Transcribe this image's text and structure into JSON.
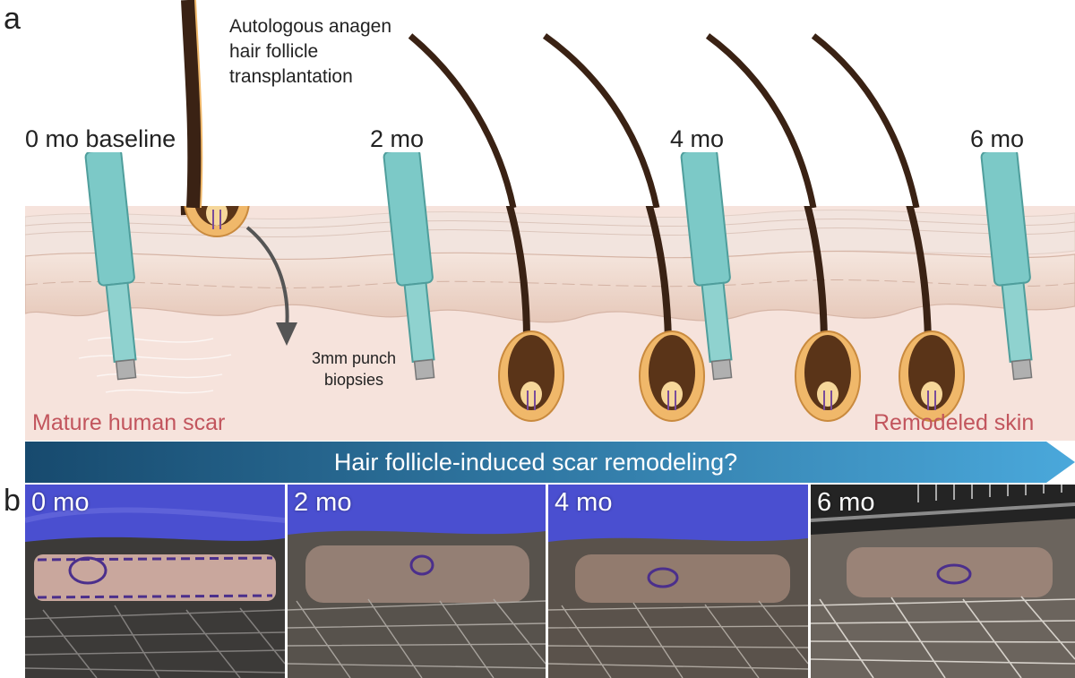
{
  "panel_a": {
    "letter": "a",
    "transplant_label": [
      "Autologous anagen",
      "hair follicle",
      "transplantation"
    ],
    "time_labels": [
      "0 mo baseline",
      "2 mo",
      "4 mo",
      "6 mo"
    ],
    "biopsy_label": [
      "3mm punch",
      "biopsies"
    ],
    "left_caption": "Mature human scar",
    "right_caption": "Remodeled skin",
    "banner": "Hair follicle-induced scar remodeling?"
  },
  "panel_b": {
    "letter": "b",
    "photos": [
      {
        "label": "0 mo",
        "scar_mark": "long-outlined-scar"
      },
      {
        "label": "2 mo",
        "scar_mark": "small-circle"
      },
      {
        "label": "4 mo",
        "scar_mark": "small-circle"
      },
      {
        "label": "6 mo",
        "scar_mark": "small-circle"
      }
    ]
  },
  "colors": {
    "punch_tool": "#7cc9c7",
    "punch_tool_dark": "#4f9e9c",
    "skin_top": "#f1dcd2",
    "skin_mid": "#e4c3b4",
    "dermis": "#f6e1da",
    "hair": "#3a2214",
    "follicle_sheath": "#f0b86a",
    "banner_left": "#174a6e",
    "banner_right": "#4aa8db",
    "caption_red": "#c2555d",
    "glove": "#4a4fd0"
  }
}
